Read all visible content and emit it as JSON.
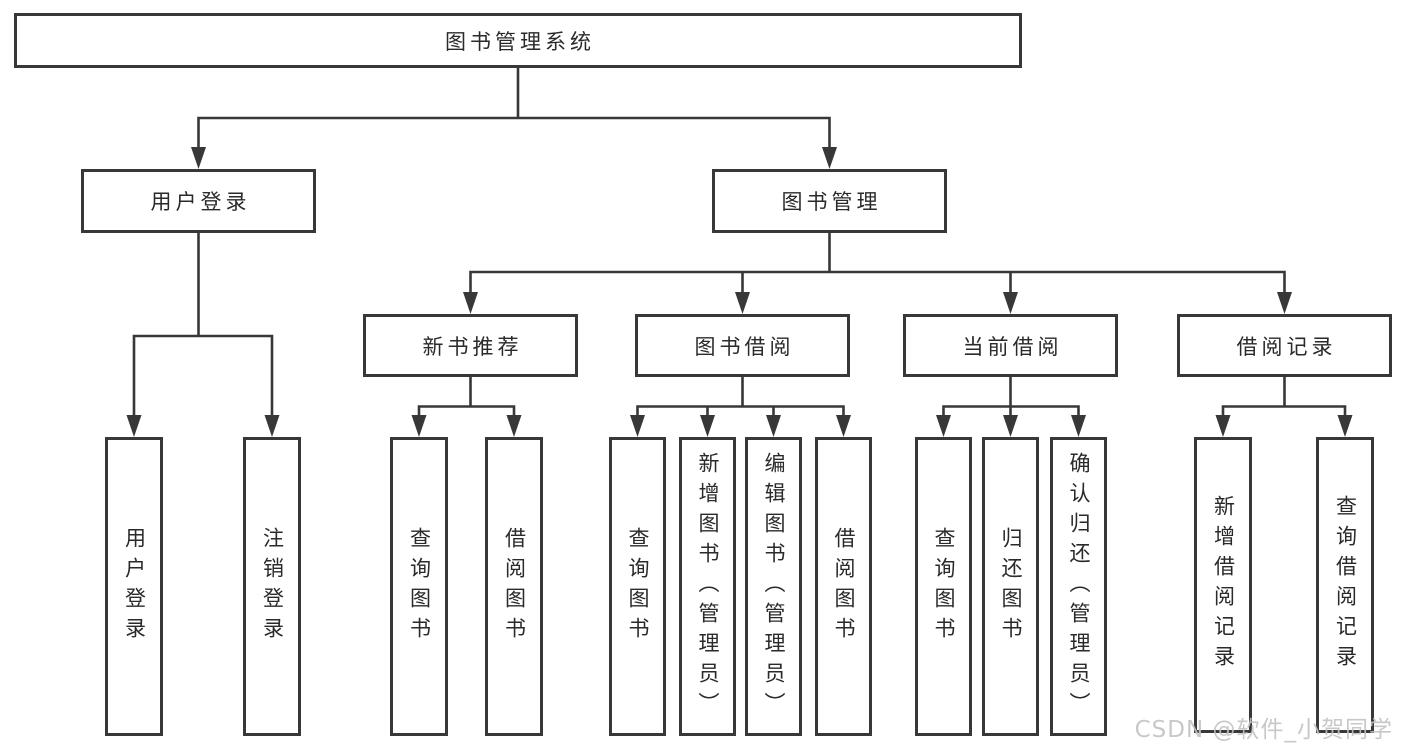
{
  "diagram": {
    "root": "图书管理系统",
    "user_login": {
      "label": "用户登录",
      "children": [
        "用户登录",
        "注销登录"
      ]
    },
    "book_mgmt": {
      "label": "图书管理",
      "sections": [
        {
          "label": "新书推荐",
          "children": [
            "查询图书",
            "借阅图书"
          ]
        },
        {
          "label": "图书借阅",
          "children": [
            "查询图书",
            "新增图书（管理员）",
            "编辑图书（管理员）",
            "借阅图书"
          ]
        },
        {
          "label": "当前借阅",
          "children": [
            "查询图书",
            "归还图书",
            "确认归还（管理员）"
          ]
        },
        {
          "label": "借阅记录",
          "children": [
            "新增借阅记录",
            "查询借阅记录"
          ]
        }
      ]
    },
    "watermark": "CSDN @软件_小贺同学",
    "colors": {
      "ink": "#383838",
      "watermark": "#c3c3c3"
    }
  }
}
